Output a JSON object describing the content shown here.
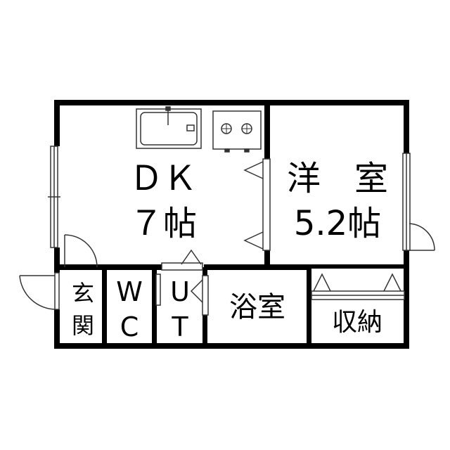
{
  "rooms": {
    "dk": {
      "line1": "ＤＫ",
      "line2": "７帖"
    },
    "western": {
      "line1": "洋　室",
      "line2": "5.2帖"
    },
    "entrance": {
      "line1": "玄",
      "line2": "関"
    },
    "wc": {
      "line1": "W",
      "line2": "C"
    },
    "ut": {
      "line1": "U",
      "line2": "T"
    },
    "bath": {
      "label": "浴室"
    },
    "storage": {
      "label": "収納"
    }
  },
  "colors": {
    "wall": "#000000",
    "background": "#ffffff",
    "line": "#333333"
  }
}
